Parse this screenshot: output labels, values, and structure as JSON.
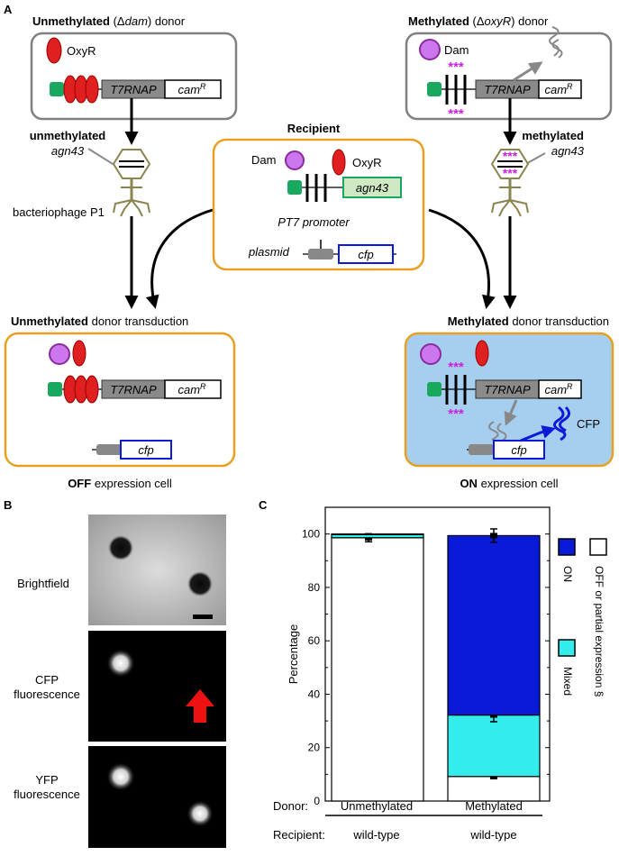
{
  "panels": {
    "a": "A",
    "b": "B",
    "c": "C"
  },
  "panel_a": {
    "unmeth_donor_bold": "Unmethylated",
    "unmeth_donor_paren": "(Δ",
    "unmeth_donor_gene": "dam",
    "unmeth_donor_rest": ") donor",
    "meth_donor_bold": "Methylated",
    "meth_donor_paren": "(Δ",
    "meth_donor_gene": "oxyR",
    "meth_donor_rest": ") donor",
    "oxyr": "OxyR",
    "dam": "Dam",
    "t7rnap": "T7RNAP",
    "cam": "cam",
    "cam_sup": "R",
    "stars": "***",
    "recipient": "Recipient",
    "agn43": "agn43",
    "pt7": "PT7 promoter",
    "plasmid": "plasmid",
    "cfp": "cfp",
    "CFP": "CFP",
    "unmethylated_label": "unmethylated",
    "methylated_label": "methylated",
    "bacteriophage": "bacteriophage P1",
    "unmeth_transduction_bold": "Unmethylated",
    "meth_transduction_bold": "Methylated",
    "transduction_rest": "donor transduction",
    "off_bold": "OFF",
    "on_bold": "ON",
    "cell_rest": "expression cell"
  },
  "panel_b": {
    "brightfield": "Brightfield",
    "cfp_line1": "CFP",
    "cfp_line2": "fluorescence",
    "yfp_line1": "YFP",
    "yfp_line2": "fluorescence"
  },
  "colors": {
    "on": "#0a1ad9",
    "mixed": "#33eded",
    "off": "#ffffff",
    "orange_border": "#e8a020",
    "gray_border": "#808080",
    "cell_blue": "#a6ceee",
    "magenta": "#cc44dd",
    "red": "#e02020",
    "green": "#1aa860",
    "phage": "#8a8450"
  },
  "chart_data": {
    "type": "bar",
    "stacked": true,
    "ylabel": "Percentage",
    "ylim": [
      0,
      110
    ],
    "yticks": [
      0,
      20,
      40,
      60,
      80,
      100
    ],
    "categories": [
      "Unmethylated",
      "Methylated"
    ],
    "table_rows": [
      {
        "label": "Donor:",
        "values": [
          "Unmethylated",
          "Methylated"
        ]
      },
      {
        "label": "Recipient:",
        "values": [
          "wild-type",
          "wild-type"
        ]
      }
    ],
    "series": [
      {
        "name": "OFF or partial expression §",
        "color": "#ffffff",
        "values": [
          98.6,
          9.2
        ],
        "error": [
          1.5,
          0.8
        ]
      },
      {
        "name": "Mixed",
        "color": "#33eded",
        "values": [
          1.2,
          23.0
        ],
        "error": [
          0,
          2.5
        ]
      },
      {
        "name": "ON",
        "color": "#0a1ad9",
        "values": [
          0.2,
          67.2
        ],
        "error": [
          0,
          2.5
        ]
      }
    ],
    "legend": [
      "ON",
      "Mixed",
      "OFF or partial expression §"
    ],
    "legend_position": "right"
  }
}
